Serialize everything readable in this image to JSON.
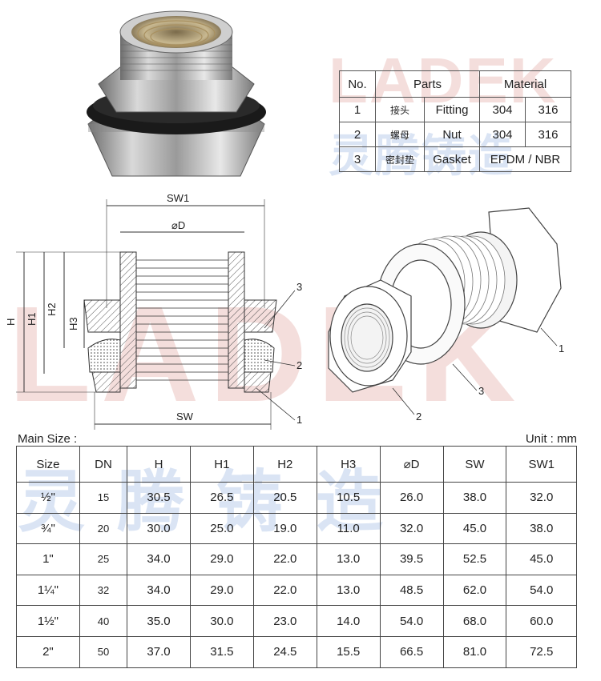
{
  "watermark": {
    "top_text": "LADEK",
    "cn_text": "灵腾铸造",
    "mid_text": "LADEK"
  },
  "parts_table": {
    "headers": {
      "no": "No.",
      "parts": "Parts",
      "material": "Material"
    },
    "rows": [
      {
        "no": "1",
        "cn": "接头",
        "en": "Fitting",
        "m1": "304",
        "m2": "316"
      },
      {
        "no": "2",
        "cn": "螺母",
        "en": "Nut",
        "m1": "304",
        "m2": "316"
      },
      {
        "no": "3",
        "cn": "密封垫",
        "en": "Gasket",
        "m": "EPDM / NBR"
      }
    ]
  },
  "drawing": {
    "sw1": "SW1",
    "d": "D",
    "phi": "⌀",
    "sw": "SW",
    "h": "H",
    "h1": "H1",
    "h2": "H2",
    "h3": "H3",
    "c1": "1",
    "c2": "2",
    "c3": "3"
  },
  "iso": {
    "c1": "1",
    "c2": "2",
    "c3": "3"
  },
  "sizes": {
    "title": "Main Size :",
    "unit": "Unit : mm",
    "headers": [
      "Size",
      "DN",
      "H",
      "H1",
      "H2",
      "H3",
      "⌀D",
      "SW",
      "SW1"
    ],
    "rows": [
      [
        "½\"",
        "15",
        "30.5",
        "26.5",
        "20.5",
        "10.5",
        "26.0",
        "38.0",
        "32.0"
      ],
      [
        "¾\"",
        "20",
        "30.0",
        "25.0",
        "19.0",
        "11.0",
        "32.0",
        "45.0",
        "38.0"
      ],
      [
        "1\"",
        "25",
        "34.0",
        "29.0",
        "22.0",
        "13.0",
        "39.5",
        "52.5",
        "45.0"
      ],
      [
        "1¼\"",
        "32",
        "34.0",
        "29.0",
        "22.0",
        "13.0",
        "48.5",
        "62.0",
        "54.0"
      ],
      [
        "1½\"",
        "40",
        "35.0",
        "30.0",
        "23.0",
        "14.0",
        "54.0",
        "68.0",
        "60.0"
      ],
      [
        "2\"",
        "50",
        "37.0",
        "31.5",
        "24.5",
        "15.5",
        "66.5",
        "81.0",
        "72.5"
      ]
    ]
  }
}
